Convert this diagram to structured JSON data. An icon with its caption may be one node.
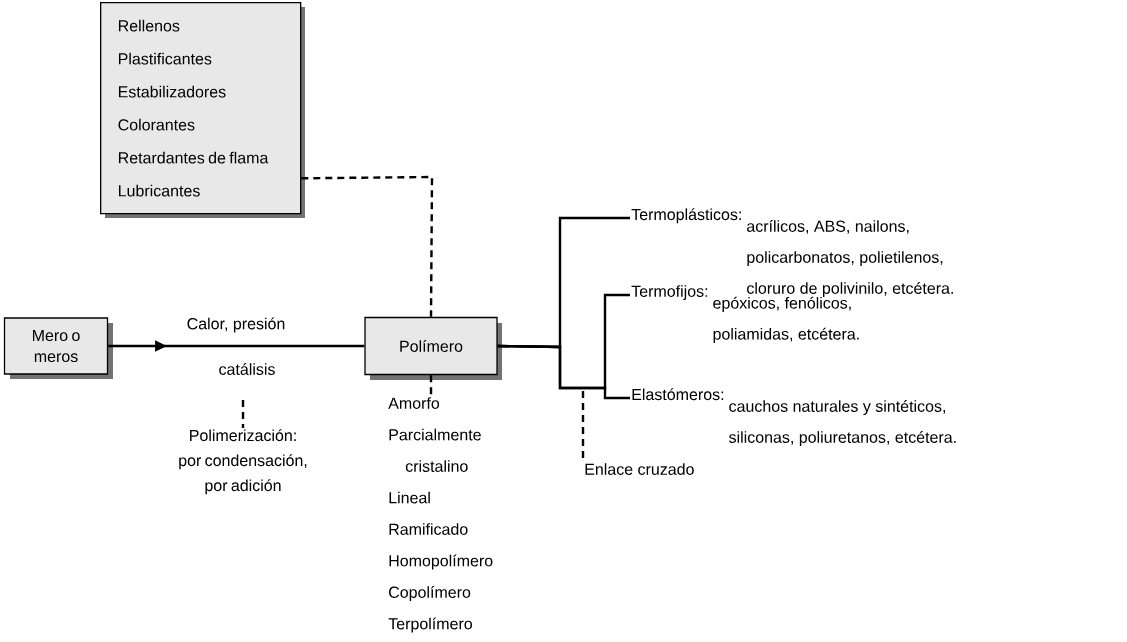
{
  "diagram": {
    "nodes": [
      {
        "text": [
          "Rellenos",
          "Plastificantes",
          "Estabilizadores",
          "Colorantes",
          "Retardantes de flama",
          "Lubricantes"
        ]
      },
      {
        "text": [
          "Mero o meros"
        ]
      },
      {
        "text": [
          "Polímero"
        ]
      },
      {
        "text": [
          "Polimerización: por condensación, por adición"
        ]
      },
      {
        "text": [
          "Amorfo",
          "Parcialmente cristalino",
          "Lineal",
          "Ramificado",
          "Homopolímero",
          "Copolímero",
          "Terpolímero"
        ]
      },
      {
        "text": [
          "Termoplásticos:",
          "acrílicos, ABS, nailons, policarbonatos, polietilenos, cloruro de polivinilo, etcétera."
        ]
      },
      {
        "text": [
          "Termofijos:",
          "epóxicos, fenólicos, poliamidas, etcétera."
        ]
      },
      {
        "text": [
          "Elastómeros:",
          "cauchos naturales y sintéticos, siliconas, poliuretanos, etcétera."
        ]
      },
      {
        "text": [
          "Enlace cruzado"
        ]
      }
    ],
    "edges": [
      {
        "from": 1,
        "to": 2,
        "arrow": "to",
        "label": "Calor, presión"
      },
      {
        "from": 0,
        "to": 2,
        "arrow": "none",
        "style": "dashed"
      },
      {
        "from": 2,
        "to": 4,
        "arrow": "none",
        "style": "dashed"
      },
      {
        "from": null,
        "to": 3,
        "arrow": "none",
        "style": "dashed"
      },
      {
        "from": 2,
        "to": 5,
        "arrow": "none"
      },
      {
        "from": 2,
        "to": 6,
        "arrow": "none"
      },
      {
        "from": 2,
        "to": 7,
        "arrow": "none"
      },
      {
        "from": 8,
        "to": null,
        "arrow": "none",
        "style": "dashed"
      }
    ],
    "labels": [
      "catálisis"
    ]
  }
}
